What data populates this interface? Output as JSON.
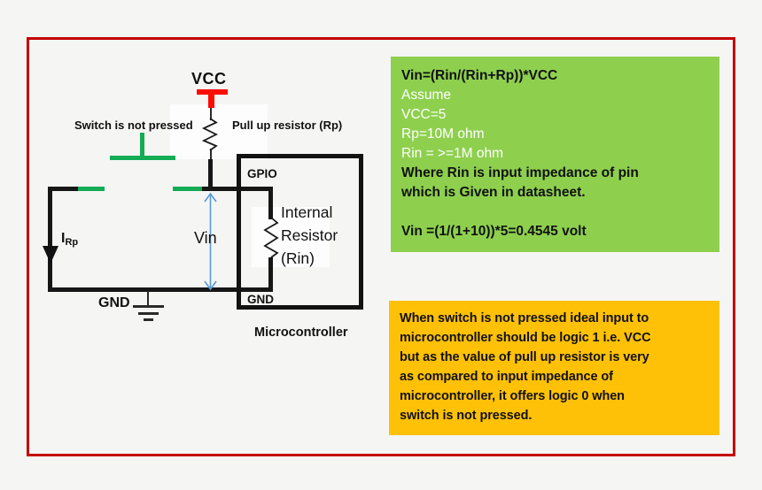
{
  "frame": {
    "border_color": "#c40000"
  },
  "circuit": {
    "vcc_label": "VCC",
    "switch_label": "Switch is not pressed",
    "pullup_label": "Pull up resistor (Rp)",
    "gpio_label": "GPIO",
    "internal_resistor_line1": "Internal",
    "internal_resistor_line2": "Resistor",
    "internal_resistor_line3": "(Rin)",
    "vin_label": "Vin",
    "current_label_main": "I",
    "current_label_sub": "Rp",
    "gnd_label": "GND",
    "gnd_pin_label": "GND",
    "microcontroller_label": "Microcontroller",
    "colors": {
      "wire_black": "#161616",
      "switch_green": "#13ac55",
      "vcc_red": "#fb0e02",
      "arrow_blue": "#5b9bd5"
    }
  },
  "green_note": {
    "bg_color": "#8ed04e",
    "lines": [
      {
        "text": "Vin=(Rin/(Rin+Rp))*VCC",
        "color": "black"
      },
      {
        "text": "Assume",
        "color": "white"
      },
      {
        "text": "VCC=5",
        "color": "white"
      },
      {
        "text": "Rp=10M ohm",
        "color": "white"
      },
      {
        "text": "Rin = >=1M ohm",
        "color": "white"
      },
      {
        "text": "Where Rin is input impedance of pin",
        "color": "black"
      },
      {
        "text": "which is Given in datasheet.",
        "color": "black"
      },
      {
        "text": "",
        "color": "black"
      },
      {
        "text": "Vin =(1/(1+10))*5=0.4545 volt",
        "color": "black"
      }
    ]
  },
  "orange_note": {
    "bg_color": "#ffc107",
    "lines": [
      "When switch is not pressed ideal input to",
      "microcontroller should be logic 1 i.e. VCC",
      "but as the value of pull up resistor is very",
      "as compared to input impedance of",
      "microcontroller, it offers logic 0 when",
      "switch is not pressed."
    ]
  }
}
